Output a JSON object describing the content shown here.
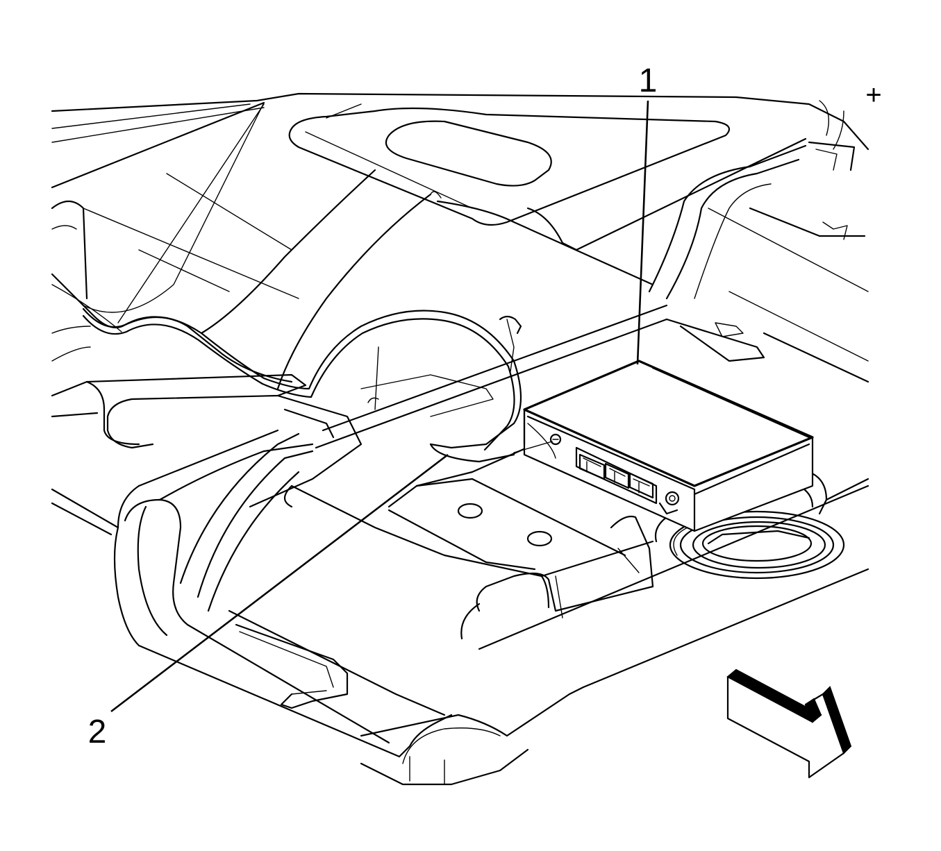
{
  "callouts": [
    {
      "id": "1",
      "label": "1"
    },
    {
      "id": "2",
      "label": "2"
    }
  ],
  "symbols": {
    "plus_mark": "+"
  },
  "icons": {
    "direction_arrow": "front-direction-arrow-icon"
  }
}
